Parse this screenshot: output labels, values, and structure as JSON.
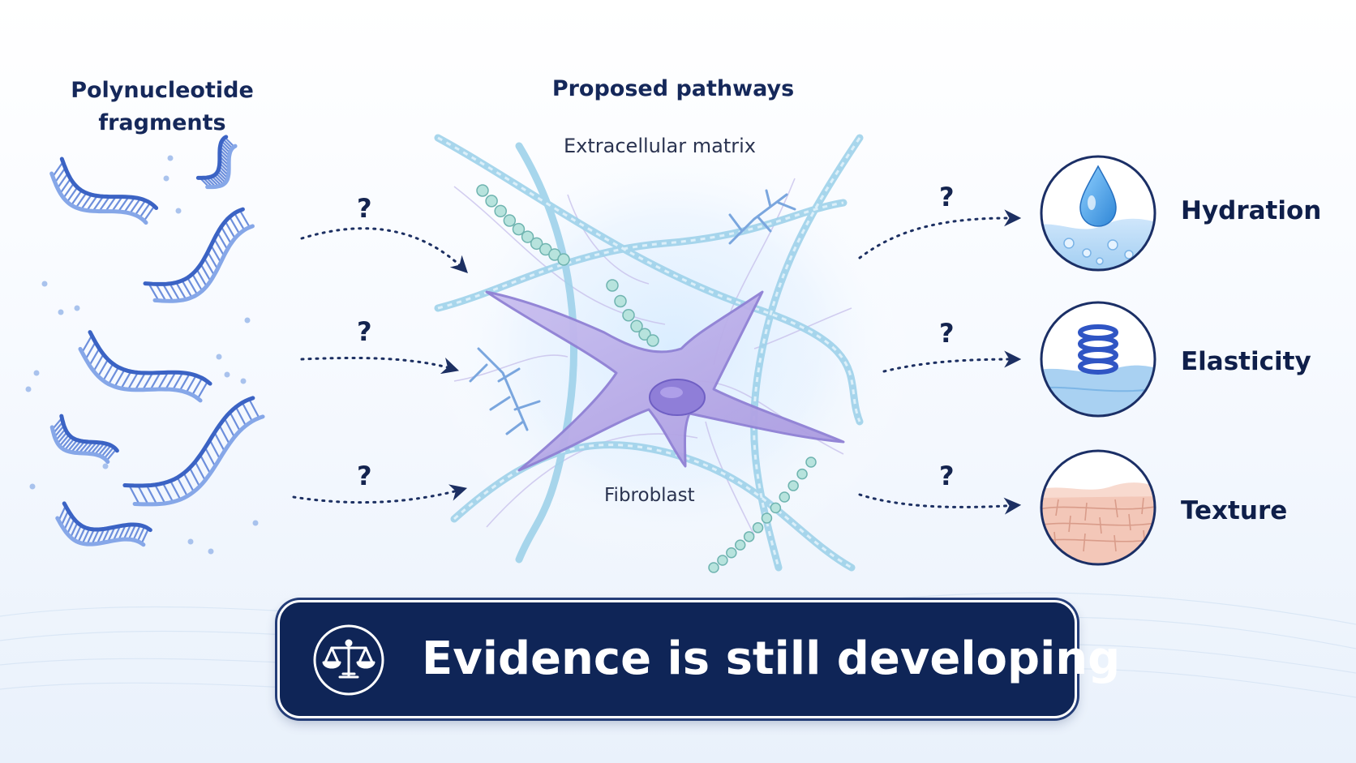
{
  "left_panel": {
    "title_line1": "Polynucleotide",
    "title_line2": "fragments"
  },
  "middle_panel": {
    "title": "Proposed pathways",
    "matrix_label": "Extracellular matrix",
    "cell_label": "Fibroblast"
  },
  "question_mark": "?",
  "outcomes": [
    {
      "label": "Hydration",
      "icon": "water-drop-icon"
    },
    {
      "label": "Elasticity",
      "icon": "spring-coil-icon"
    },
    {
      "label": "Texture",
      "icon": "skin-cells-icon"
    }
  ],
  "banner": {
    "text": "Evidence is still developing",
    "icon": "balance-scale-icon"
  },
  "colors": {
    "navy": "#0f2557",
    "strand_blue": "#3b63c4",
    "fibroblast_lilac": "#b4a6e3",
    "fiber_cyan": "#9fd2ea",
    "skin_pink": "#f3c7b8"
  }
}
